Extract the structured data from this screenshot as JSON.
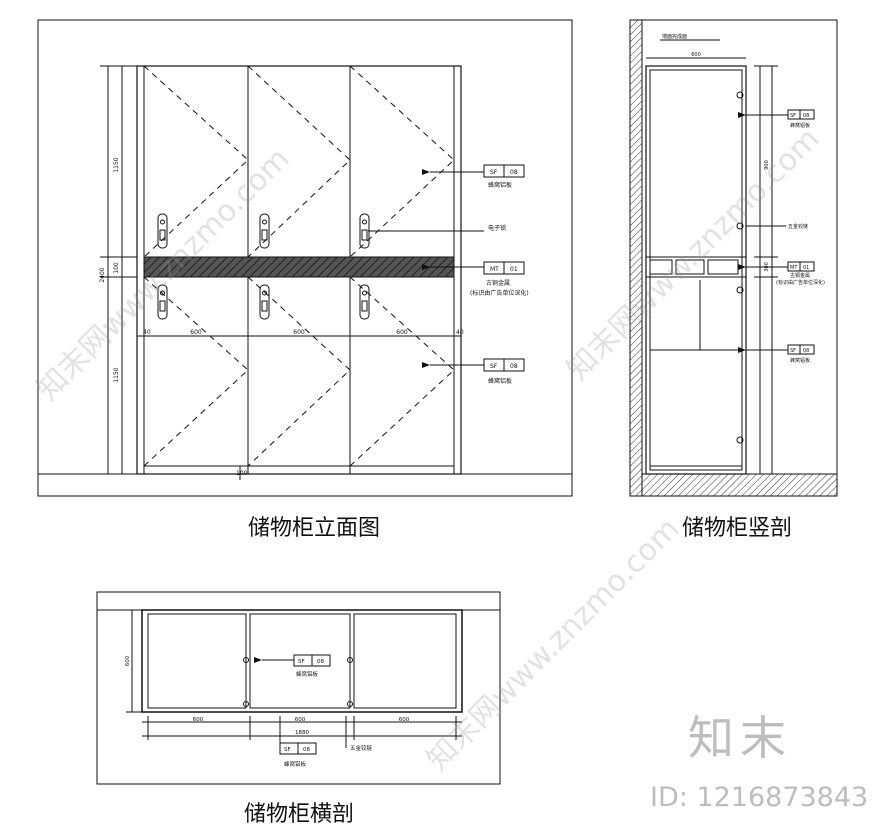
{
  "elevation": {
    "caption": "储物柜立面图",
    "dim_total_height": "2400",
    "dim_upper": "1150",
    "dim_middle": "100",
    "dim_lower": "1150",
    "dim_left": "40",
    "dim_right": "40",
    "dim_bottom": "100",
    "dim_door_widths": [
      "600",
      "600",
      "600"
    ],
    "callout_upper": {
      "code": "SF",
      "num": "08",
      "desc": "蜂窝铝板"
    },
    "callout_lock": {
      "desc": "电子锁"
    },
    "callout_band": {
      "code": "MT",
      "num": "01",
      "desc": "古铜金属",
      "note": "(标识由广告单位深化)"
    },
    "callout_lower": {
      "code": "SF",
      "num": "08",
      "desc": "蜂窝铝板"
    }
  },
  "vertical_section": {
    "caption": "储物柜竖剖",
    "top_note": "墙面完成面",
    "dim_top_width": "600",
    "dim_upper_h": "900",
    "dim_mid_h": "300",
    "callout_upper": {
      "code": "SF",
      "num": "08",
      "desc": "蜂窝铝板"
    },
    "hinge_note": "五金铰链",
    "callout_band": {
      "code": "MT",
      "num": "01",
      "desc": "古铜金属",
      "note": "(标识由广告单位深化)"
    },
    "callout_lower": {
      "code": "SF",
      "num": "08",
      "desc": "蜂窝铝板"
    }
  },
  "horizontal_section": {
    "caption": "储物柜横剖",
    "dim_depth": "600",
    "dim_widths": [
      "600",
      "600",
      "600"
    ],
    "dim_total": "1880",
    "callout_inner": {
      "code": "SF",
      "num": "08",
      "desc": "蜂窝铝板"
    },
    "callout_bottom": {
      "code": "SF",
      "num": "08",
      "desc": "蜂窝铝板"
    },
    "hinge_note": "五金铰链"
  },
  "branding": {
    "logo_text": "知末",
    "id_text": "ID: 1216873843",
    "watermark": "知末网www.znzmo.com"
  }
}
